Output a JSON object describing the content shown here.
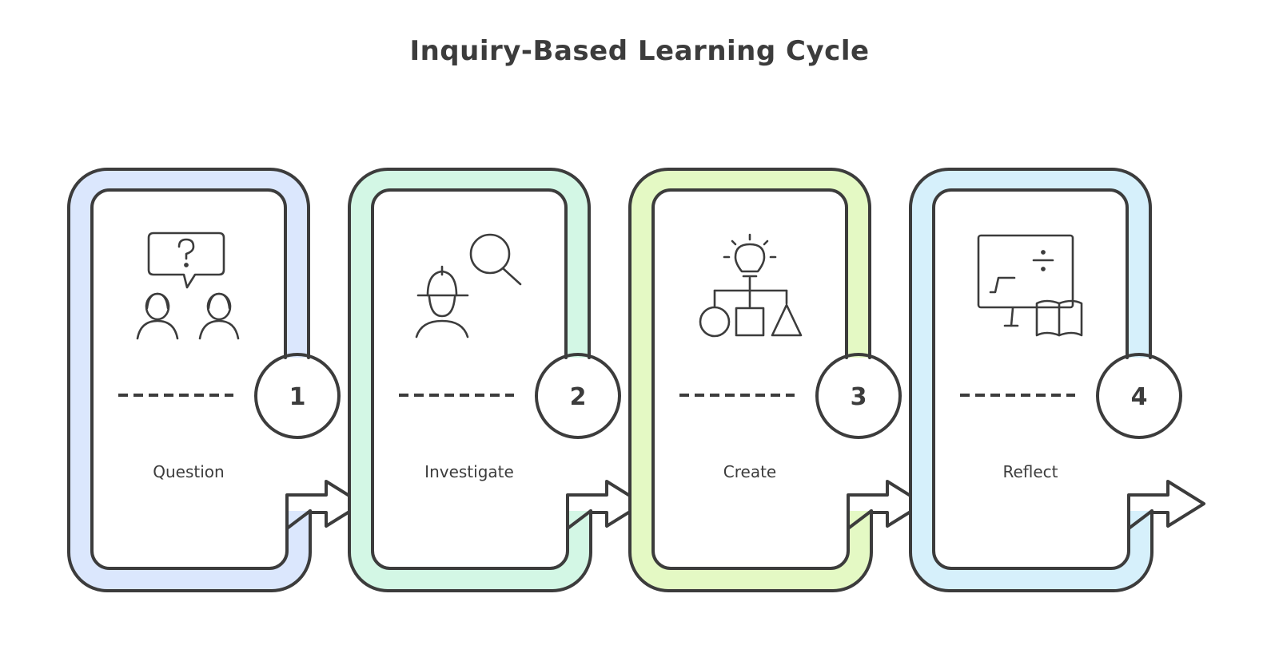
{
  "title": "Inquiry-Based Learning Cycle",
  "steps": [
    {
      "number": "1",
      "label": "Question",
      "color": "#dbe7fd",
      "icon": "students-question-icon"
    },
    {
      "number": "2",
      "label": "Investigate",
      "color": "#d3f7e5",
      "icon": "researcher-magnifier-icon"
    },
    {
      "number": "3",
      "label": "Create",
      "color": "#e4f9c4",
      "icon": "idea-shapes-icon"
    },
    {
      "number": "4",
      "label": "Reflect",
      "color": "#d6f0fb",
      "icon": "board-book-icon"
    }
  ],
  "outline_color": "#3c3c3c"
}
